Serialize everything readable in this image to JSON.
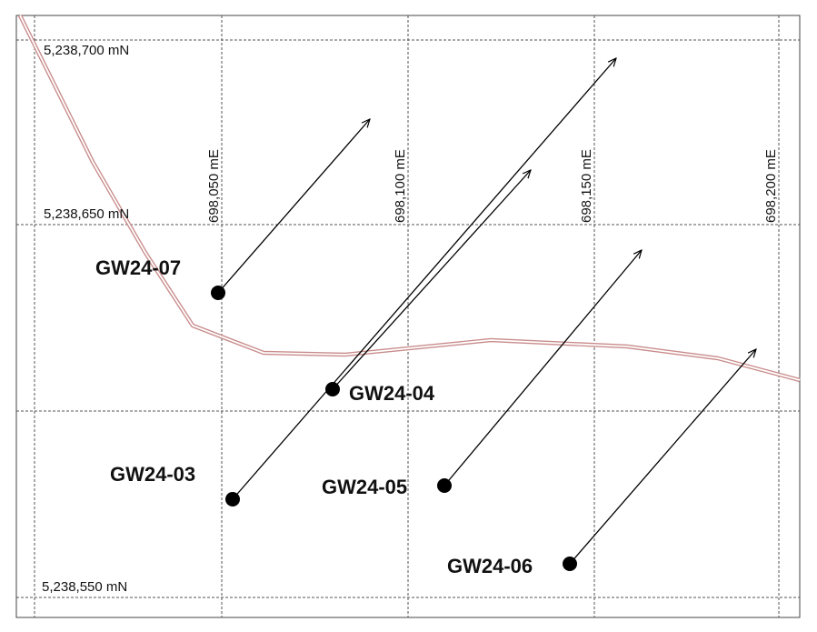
{
  "map": {
    "northings": [
      {
        "label": "5,238,700 mN"
      },
      {
        "label": "5,238,650 mN"
      },
      {
        "label": "5,238,550 mN"
      }
    ],
    "eastings": [
      {
        "label": "698,050 mE"
      },
      {
        "label": "698,100 mE"
      },
      {
        "label": "698,150 mE"
      },
      {
        "label": "698,200 mE"
      }
    ],
    "drill_holes": [
      {
        "id": "GW24-07"
      },
      {
        "id": "GW24-04"
      },
      {
        "id": "GW24-03"
      },
      {
        "id": "GW24-05"
      },
      {
        "id": "GW24-06"
      }
    ],
    "colors": {
      "grid": "#555555",
      "road": "#c98b8b",
      "trace": "#000000",
      "collar": "#000000",
      "frame": "#444444"
    }
  }
}
